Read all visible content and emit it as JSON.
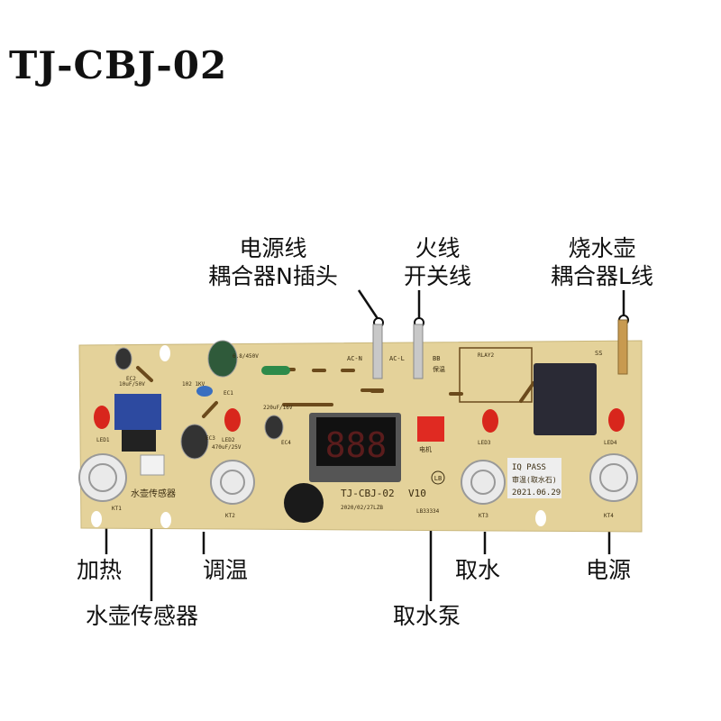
{
  "title": "TJ-CBJ-02",
  "callouts_top": [
    {
      "lines": [
        "电源线",
        "耦合器N插头"
      ]
    },
    {
      "lines": [
        "火线",
        "开关线"
      ]
    },
    {
      "lines": [
        "烧水壶",
        "耦合器L线"
      ]
    }
  ],
  "callouts_bottom": [
    {
      "label": "加热"
    },
    {
      "label": "水壶传感器"
    },
    {
      "label": "调温"
    },
    {
      "label": "取水泵"
    },
    {
      "label": "取水"
    },
    {
      "label": "电源"
    }
  ],
  "board": {
    "model": "TJ-CBJ-02",
    "version": "V10",
    "date_code": "2020/02/27LZB",
    "lot": "LB33334",
    "display": "888",
    "sensor_silk": "水壶传感器",
    "ac_n": "AC-N",
    "ac_l": "AC-L",
    "bb": "BB",
    "bb_sub": "保温",
    "relay": "RLAY2",
    "ss": "SS",
    "ec1": "EC1",
    "ec2": "EC2",
    "ec3": "EC3",
    "ec4": "EC4",
    "cap1": "6.8/450V",
    "cap2": "10uF/50V",
    "cap3": "470uF/25V",
    "cap4": "220uF/16V",
    "ceramic": "102 1KV",
    "led1": "LED1",
    "led2": "LED2",
    "led3": "LED3",
    "led4": "LED4",
    "kt1": "KT1",
    "kt2": "KT2",
    "kt3": "KT3",
    "kt4": "KT4",
    "pump": "电机",
    "lb": "LB",
    "sticker": [
      "IQ PASS",
      "审温(取水石)",
      "2021.06.29"
    ]
  },
  "colors": {
    "board": "#e4d29a",
    "trace": "#6b4a1c",
    "led": "#d8261c",
    "relay": "#2a2a35"
  }
}
